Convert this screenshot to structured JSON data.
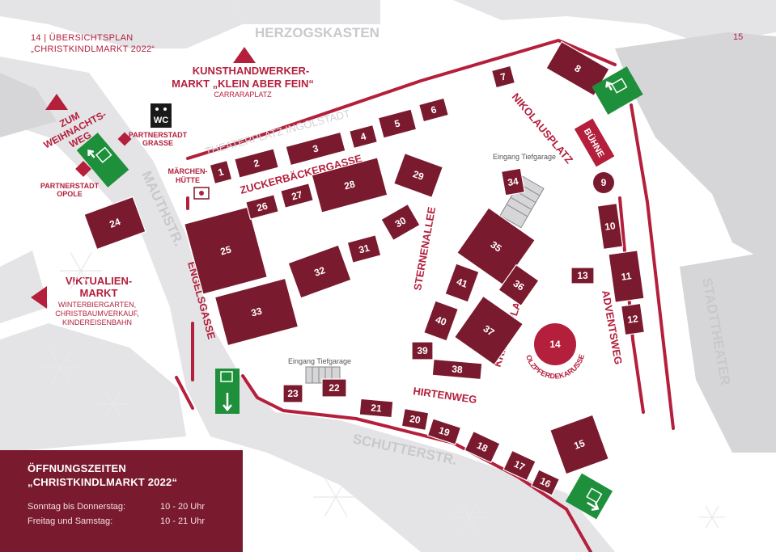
{
  "header": {
    "page_left": "14 | ÜBERSICHTSPLAN",
    "subtitle": "„CHRISTKINDLMARKT 2022“",
    "page_right": "15"
  },
  "landmarks": {
    "herzogskasten": "HERZOGSKASTEN",
    "theaterplatz": "THEATERPLATZ INGOLSTADT",
    "stadttheater": "STADTTHEATER",
    "kunsthandwerker_line1": "KUNSTHANDWERKER-",
    "kunsthandwerker_line2": "MARKT „KLEIN ABER FEIN“",
    "carraraplatz": "CARRARAPLATZ",
    "weihnachtsweg_1": "ZUM",
    "weihnachtsweg_2": "WEIHNACHTS-",
    "weihnachtsweg_3": "WEG",
    "partnerstadt_grasse_1": "PARTNERSTADT",
    "partnerstadt_grasse_2": "GRASSE",
    "partnerstadt_opole_1": "PARTNERSTADT",
    "partnerstadt_opole_2": "OPOLE",
    "maerchenhuette_1": "MÄRCHEN-",
    "maerchenhuette_2": "HÜTTE",
    "viktualien_1": "VIKTUALIEN-",
    "viktualien_2": "MARKT",
    "viktualien_sub1": "WINTERBIERGARTEN,",
    "viktualien_sub2": "CHRISTBAUMVERKAUF,",
    "viktualien_sub3": "KINDEREISENBAHN",
    "wc": "WC",
    "buehne": "BÜHNE",
    "holzpferdekarussel": "HOLZPFERDEKARUSSEL",
    "eingang_tiefgarage": "Eingang Tiefgarage"
  },
  "streets": {
    "mauthstr": "MAUTHSTR.",
    "engelsgasse": "ENGELSGASSE",
    "zuckerbaeckergasse": "ZUCKERBÄCKERGASSE",
    "sternenallee": "STERNENALLEE",
    "nikolausplatz": "NIKOLAUSPLATZ",
    "adventsweg": "ADVENTSWEG",
    "krippenplatz": "KRIPPENPLATZ",
    "hirtenweg": "HIRTENWEG",
    "schutterstr": "SCHUTTERSTR."
  },
  "stalls": [
    "1",
    "2",
    "3",
    "4",
    "5",
    "6",
    "7",
    "8",
    "9",
    "10",
    "11",
    "12",
    "13",
    "14",
    "15",
    "16",
    "17",
    "18",
    "19",
    "20",
    "21",
    "22",
    "23",
    "24",
    "25",
    "26",
    "27",
    "28",
    "29",
    "30",
    "31",
    "32",
    "33",
    "34",
    "35",
    "36",
    "37",
    "38",
    "39",
    "40",
    "41"
  ],
  "opening_hours": {
    "title_1": "ÖFFNUNGSZEITEN",
    "title_2": "„CHRISTKINDLMARKT 2022“",
    "rows": [
      {
        "days": "Sonntag bis Donnerstag:",
        "hours": "10 - 20 Uhr"
      },
      {
        "days": "Freitag und Samstag:",
        "hours": "10 - 21 Uhr"
      }
    ]
  },
  "colors": {
    "stall": "#7a1a2e",
    "accent": "#b41f3c",
    "exit": "#1e8f3a",
    "road": "#e4e4e6"
  },
  "icons": [
    "wc-icon",
    "emergency-exit-icon",
    "arrow-triangle-icon",
    "snowflake-icon"
  ]
}
